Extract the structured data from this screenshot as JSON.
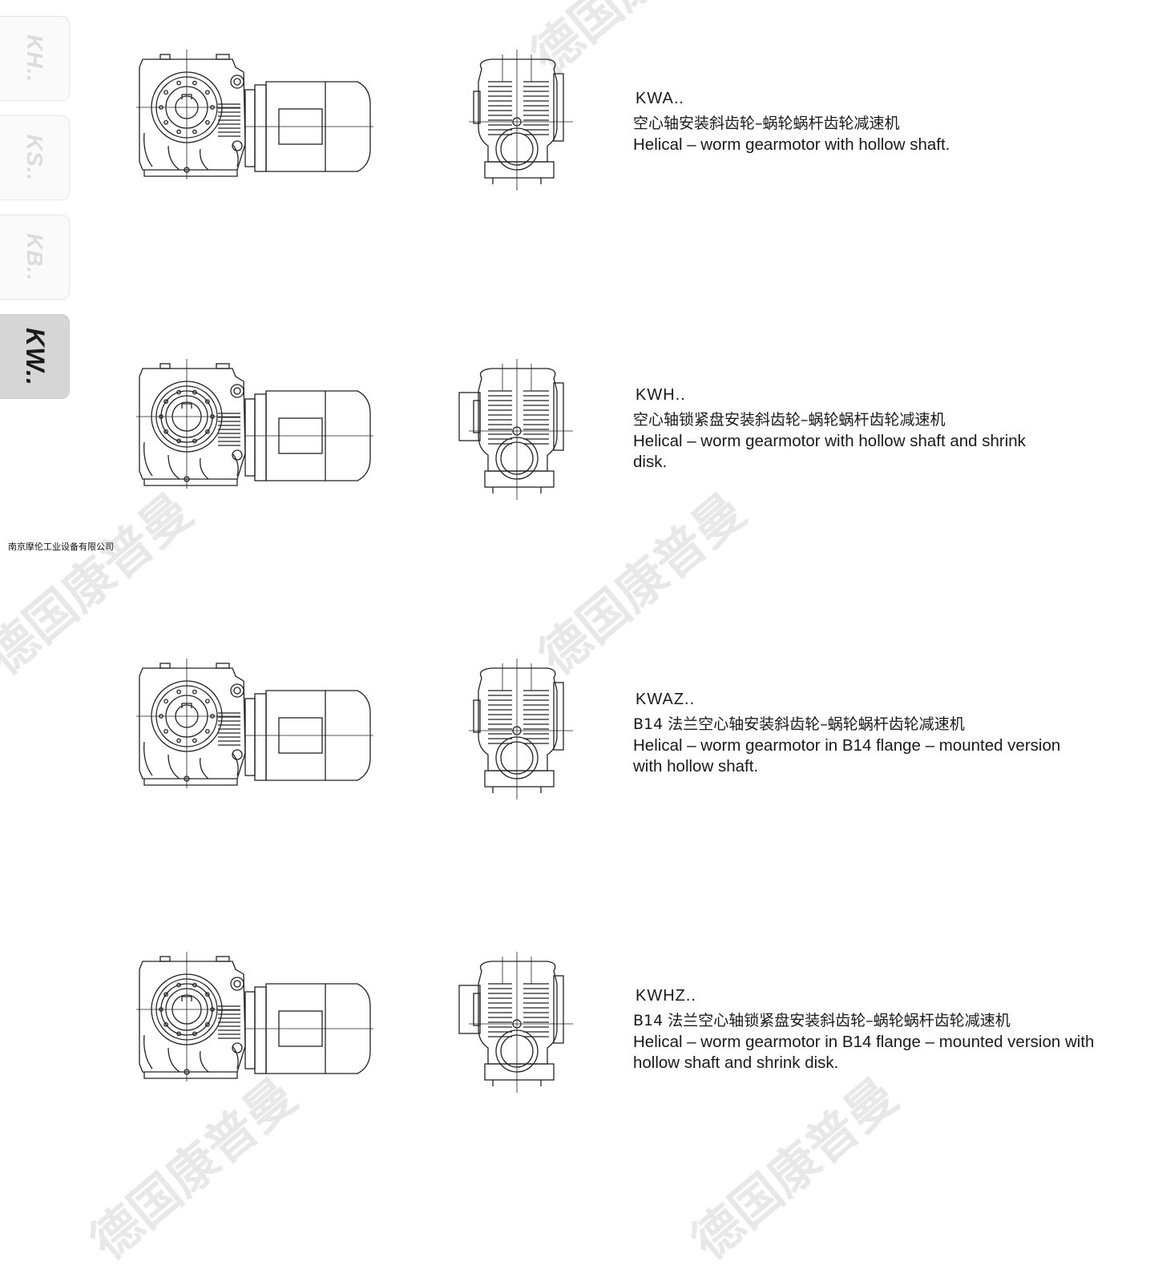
{
  "side_tabs": [
    {
      "label": "KH..",
      "active": false
    },
    {
      "label": "KS..",
      "active": false
    },
    {
      "label": "KB..",
      "active": false
    },
    {
      "label": "KW..",
      "active": true
    }
  ],
  "company_name": "南京摩伦工业设备有限公司",
  "watermark_text": "德国康普曼",
  "products": [
    {
      "code": "KWA..",
      "name_cn": "空心轴安装斜齿轮–蜗轮蜗杆齿轮减速机",
      "name_en": "Helical – worm gearmotor with hollow shaft."
    },
    {
      "code": "KWH..",
      "name_cn": "空心轴锁紧盘安装斜齿轮–蜗轮蜗杆齿轮减速机",
      "name_en": "Helical – worm gearmotor with hollow shaft and shrink disk."
    },
    {
      "code": "KWAZ..",
      "name_cn": "B14 法兰空心轴安装斜齿轮–蜗轮蜗杆齿轮减速机",
      "name_en": "Helical – worm gearmotor in B14 flange – mounted version with hollow shaft."
    },
    {
      "code": "KWHZ..",
      "name_cn": "B14 法兰空心轴锁紧盘安装斜齿轮–蜗轮蜗杆齿轮减速机",
      "name_en": "Helical – worm gearmotor in B14 flange – mounted version with hollow shaft and shrink disk."
    }
  ]
}
